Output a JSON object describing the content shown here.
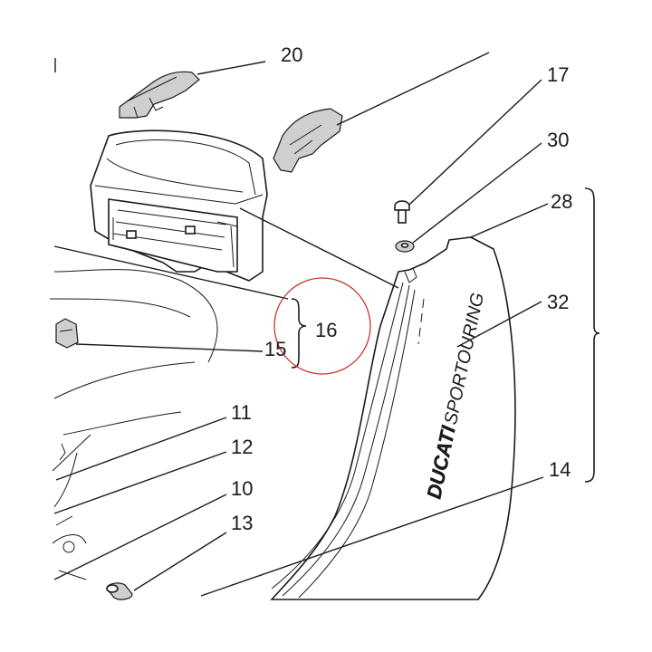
{
  "diagram": {
    "callouts": [
      {
        "id": "c20",
        "text": "20"
      },
      {
        "id": "c17",
        "text": "17"
      },
      {
        "id": "c30",
        "text": "30"
      },
      {
        "id": "c28",
        "text": "28"
      },
      {
        "id": "c32",
        "text": "32"
      },
      {
        "id": "c16",
        "text": "16"
      },
      {
        "id": "c15",
        "text": "15"
      },
      {
        "id": "c11",
        "text": "11"
      },
      {
        "id": "c12",
        "text": "12"
      },
      {
        "id": "c10",
        "text": "10"
      },
      {
        "id": "c14",
        "text": "14"
      },
      {
        "id": "c13",
        "text": "13"
      }
    ],
    "decal": {
      "brand": "DUCATI",
      "model": "SPORTOURING"
    },
    "highlight_color": "#c0392b",
    "line_color": "#1a1a1a"
  }
}
